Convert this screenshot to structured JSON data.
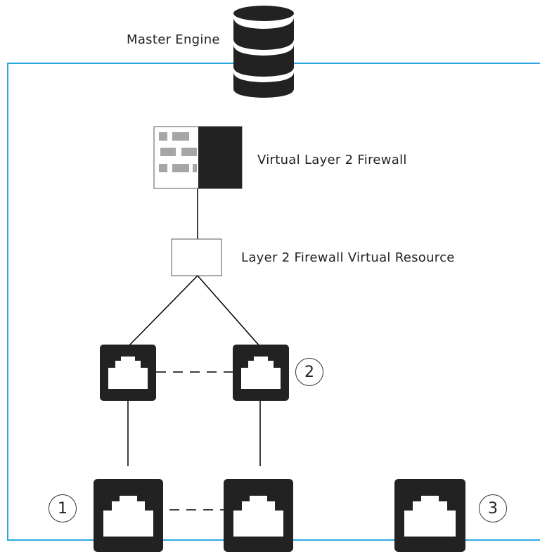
{
  "labels": {
    "master_engine": "Master Engine",
    "virtual_firewall": "Virtual Layer 2 Firewall",
    "virtual_resource": "Layer 2 Firewall Virtual Resource"
  },
  "badges": {
    "one": "1",
    "two": "2",
    "three": "3"
  },
  "colors": {
    "boundary": "#2aa7e0",
    "port": "#222222",
    "line": "#000000",
    "brick": "#a6a6a6"
  },
  "icons": [
    "database-icon",
    "firewall-icon",
    "virtual-resource-box",
    "ethernet-port-icon"
  ]
}
